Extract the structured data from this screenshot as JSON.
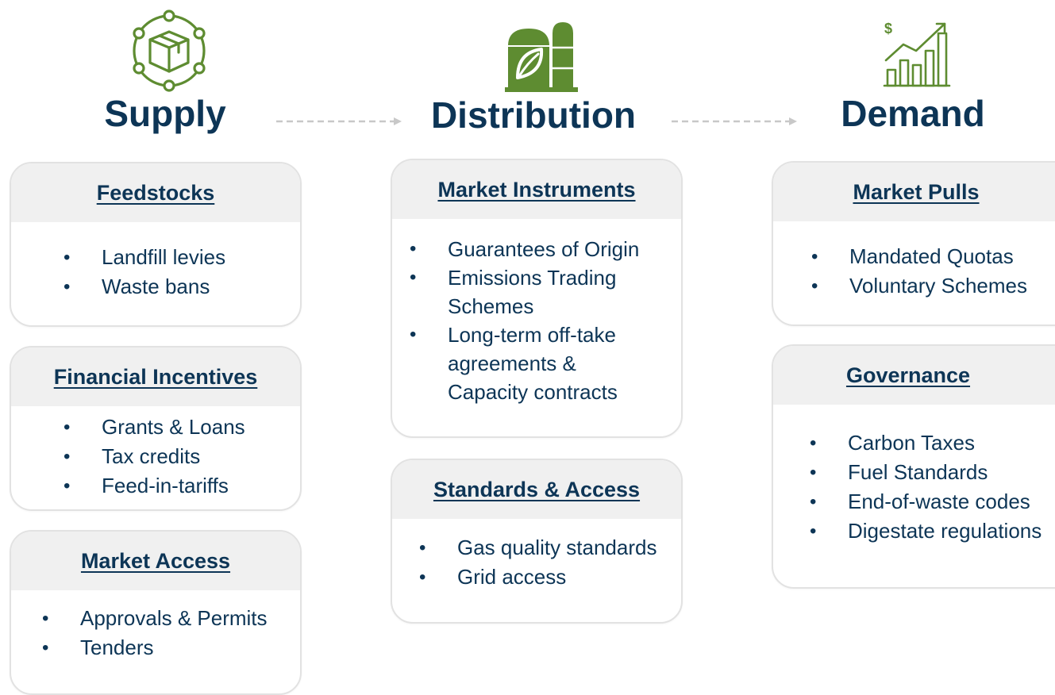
{
  "columns": {
    "supply": {
      "title": "Supply",
      "icon": "package-network-icon",
      "cards": [
        {
          "title": "Feedstocks",
          "items": [
            "Landfill levies",
            "Waste bans"
          ]
        },
        {
          "title": "Financial Incentives",
          "items": [
            "Grants & Loans",
            "Tax credits",
            "Feed-in-tariffs"
          ]
        },
        {
          "title": "Market Access",
          "items": [
            "Approvals & Permits",
            "Tenders"
          ]
        }
      ]
    },
    "distribution": {
      "title": "Distribution",
      "icon": "biogas-plant-leaf-icon",
      "cards": [
        {
          "title": "Market Instruments",
          "items": [
            "Guarantees of Origin",
            "Emissions Trading Schemes",
            "Long-term off-take agreements & Capacity contracts"
          ]
        },
        {
          "title": "Standards & Access",
          "items": [
            "Gas quality standards",
            "Grid access"
          ]
        }
      ]
    },
    "demand": {
      "title": "Demand",
      "icon": "growth-chart-dollar-icon",
      "cards": [
        {
          "title": "Market Pulls",
          "items": [
            "Mandated Quotas",
            "Voluntary Schemes"
          ]
        },
        {
          "title": "Governance",
          "items": [
            "Carbon Taxes",
            "Fuel Standards",
            "End-of-waste codes",
            "Digestate regulations"
          ]
        }
      ]
    }
  },
  "colors": {
    "title": "#0d3556",
    "icon_green": "#5e8c31",
    "card_header": "#f0f0f0",
    "card_border": "#e2e2e2",
    "arrow": "#c8c8c8"
  }
}
